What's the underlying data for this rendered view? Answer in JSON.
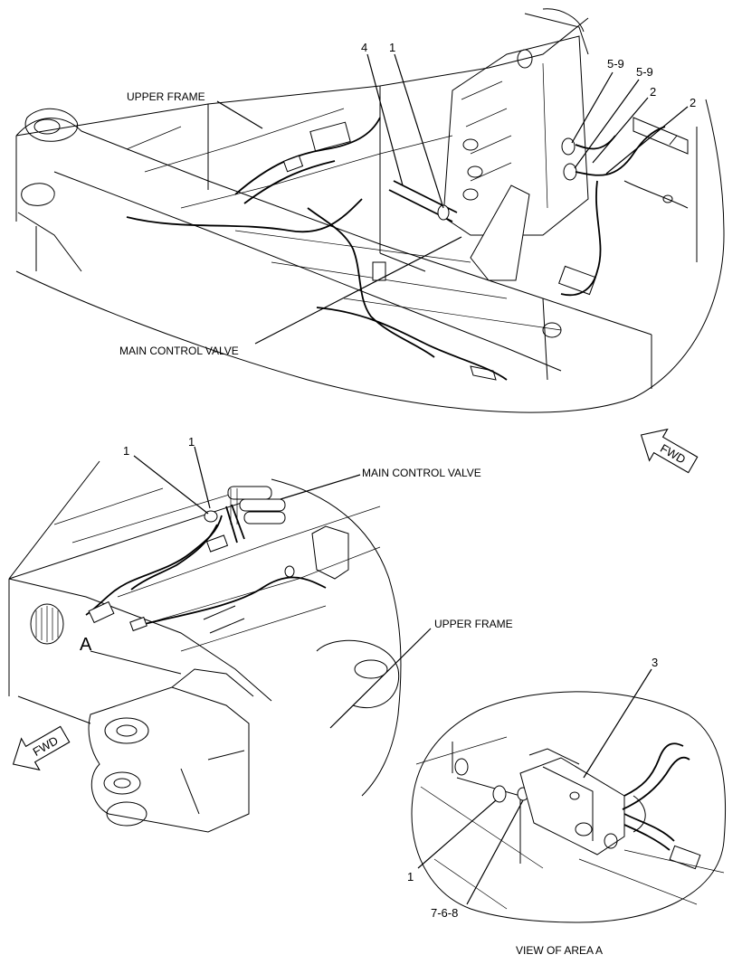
{
  "top_view": {
    "upper_frame_label": "UPPER FRAME",
    "main_control_valve_label": "MAIN CONTROL VALVE",
    "callouts": {
      "c4": "4",
      "c1": "1",
      "c59a": "5-9",
      "c59b": "5-9",
      "c2a": "2",
      "c2b": "2"
    },
    "fwd_label": "FWD"
  },
  "middle_view": {
    "callouts": {
      "c1a": "1",
      "c1b": "1"
    },
    "main_control_valve_label": "MAIN CONTROL VALVE",
    "upper_frame_label": "UPPER FRAME",
    "area_label": "A",
    "fwd_label": "FWD"
  },
  "detail_view": {
    "callouts": {
      "c3": "3",
      "c1": "1",
      "c768": "7-6-8"
    },
    "caption": "VIEW OF AREA A"
  },
  "colors": {
    "line": "#000000",
    "background": "#ffffff"
  }
}
